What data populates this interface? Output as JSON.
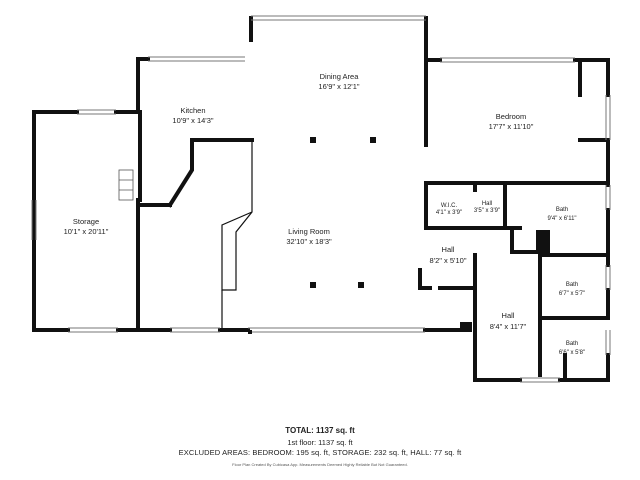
{
  "rooms": {
    "dining": {
      "name": "Dining Area",
      "dims": "16'9\" x 12'1\""
    },
    "kitchen": {
      "name": "Kitchen",
      "dims": "10'9\" x 14'3\""
    },
    "bedroom": {
      "name": "Bedroom",
      "dims": "17'7\" x 11'10\""
    },
    "storage": {
      "name": "Storage",
      "dims": "10'1\" x 20'11\""
    },
    "living": {
      "name": "Living Room",
      "dims": "32'10\" x 18'3\""
    },
    "wic": {
      "name": "W.I.C.",
      "dims": "4'1\" x 3'9\""
    },
    "hall_sm": {
      "name": "Hall",
      "dims": "3'5\" x 3'9\""
    },
    "bath1": {
      "name": "Bath",
      "dims": "9'4\" x 6'11\""
    },
    "hall_mid": {
      "name": "Hall",
      "dims": "8'2\" x 5'10\""
    },
    "bath2": {
      "name": "Bath",
      "dims": "6'7\" x 5'7\""
    },
    "hall_low": {
      "name": "Hall",
      "dims": "8'4\" x 11'7\""
    },
    "bath3": {
      "name": "Bath",
      "dims": "6'6\" x 5'8\""
    }
  },
  "footer": {
    "total": "TOTAL: 1137 sq. ft",
    "floor": "1st floor: 1137 sq. ft",
    "excluded": "EXCLUDED AREAS: BEDROOM: 195 sq. ft, STORAGE: 232 sq. ft, HALL: 77 sq. ft",
    "credit": "Floor Plan Created By Cubicasa App. Measurements Deemed Highly Reliable But Not Guaranteed."
  }
}
